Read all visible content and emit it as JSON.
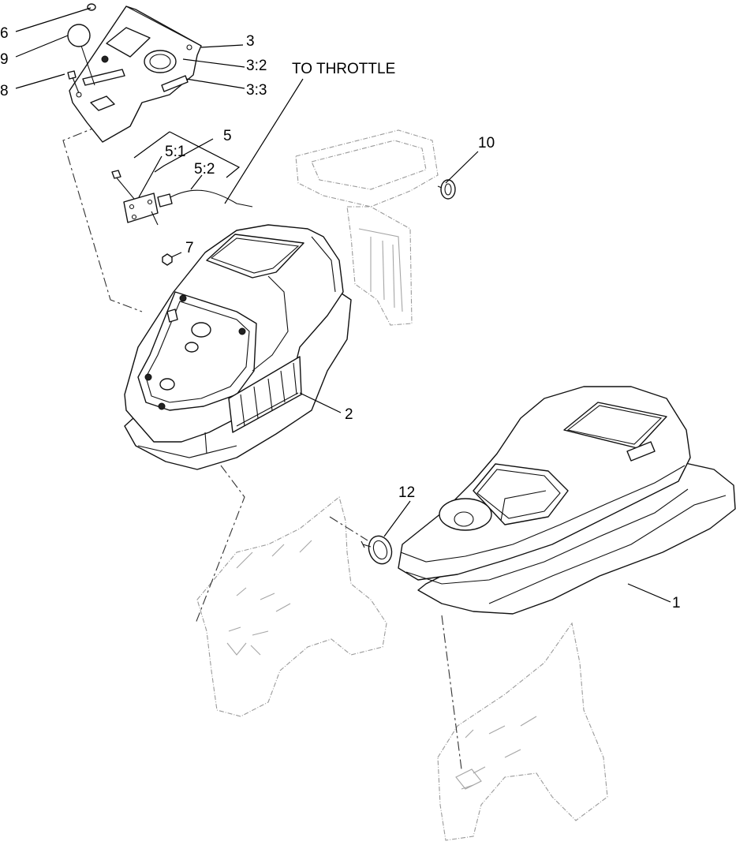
{
  "diagram": {
    "callouts": [
      {
        "id": "6",
        "text": "6"
      },
      {
        "id": "9",
        "text": "9"
      },
      {
        "id": "8",
        "text": "8"
      },
      {
        "id": "3",
        "text": "3"
      },
      {
        "id": "3-2",
        "text": "3:2"
      },
      {
        "id": "3-3",
        "text": "3:3"
      },
      {
        "id": "to-throttle",
        "text": "TO THROTTLE"
      },
      {
        "id": "5",
        "text": "5"
      },
      {
        "id": "5-1",
        "text": "5:1"
      },
      {
        "id": "5-2",
        "text": "5:2"
      },
      {
        "id": "10",
        "text": "10"
      },
      {
        "id": "7",
        "text": "7"
      },
      {
        "id": "2",
        "text": "2"
      },
      {
        "id": "12",
        "text": "12"
      },
      {
        "id": "1",
        "text": "1"
      }
    ]
  }
}
